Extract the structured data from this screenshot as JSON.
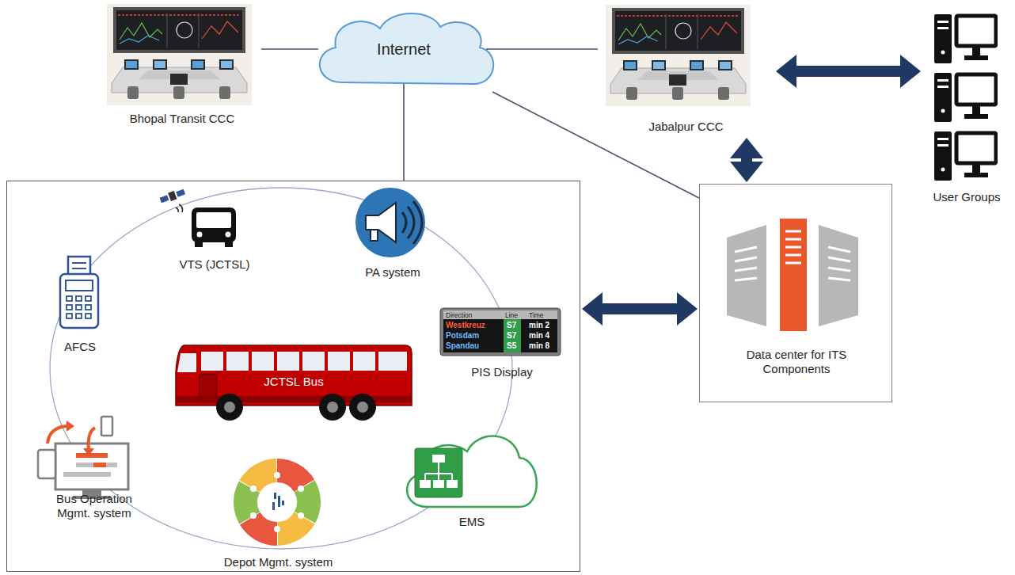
{
  "diagram": {
    "nodes": [
      {
        "text": [
          "Bhopal Transit CCC"
        ]
      },
      {
        "text": [
          "Internet"
        ]
      },
      {
        "text": [
          "Jabalpur CCC"
        ]
      },
      {
        "text": [
          "User Groups"
        ]
      },
      {
        "text": []
      },
      {
        "text": [
          "VTS (JCTSL)"
        ],
        "in": 4
      },
      {
        "text": [
          "PA system"
        ],
        "in": 4
      },
      {
        "text": [
          "AFCS"
        ],
        "in": 4
      },
      {
        "text": [
          "JCTSL Bus"
        ],
        "in": 4
      },
      {
        "text": [
          "PIS Display"
        ],
        "in": 4
      },
      {
        "text": [
          "Data center for ITS Components"
        ]
      },
      {
        "text": [
          "Bus Operation Mgmt. system"
        ],
        "in": 4
      },
      {
        "text": [
          "EMS"
        ],
        "in": 4
      },
      {
        "text": [
          "Depot Mgmt. system"
        ],
        "in": 4
      }
    ],
    "edges": [
      {
        "from": 0,
        "to": 1,
        "arrow": "none"
      },
      {
        "from": 1,
        "to": 2,
        "arrow": "none"
      },
      {
        "from": 1,
        "to": 4,
        "arrow": "none"
      },
      {
        "from": 1,
        "to": 10,
        "arrow": "none"
      },
      {
        "from": 2,
        "to": 3,
        "arrow": "both"
      },
      {
        "from": 2,
        "to": 10,
        "arrow": "both"
      },
      {
        "from": 4,
        "to": 10,
        "arrow": "both"
      }
    ],
    "labels": [
      "Direction",
      "Line",
      "Time",
      "Westkreuz",
      "S7",
      "min 2",
      "Potsdam",
      "S7",
      "min 4",
      "Spandau",
      "S5",
      "min 8"
    ]
  }
}
